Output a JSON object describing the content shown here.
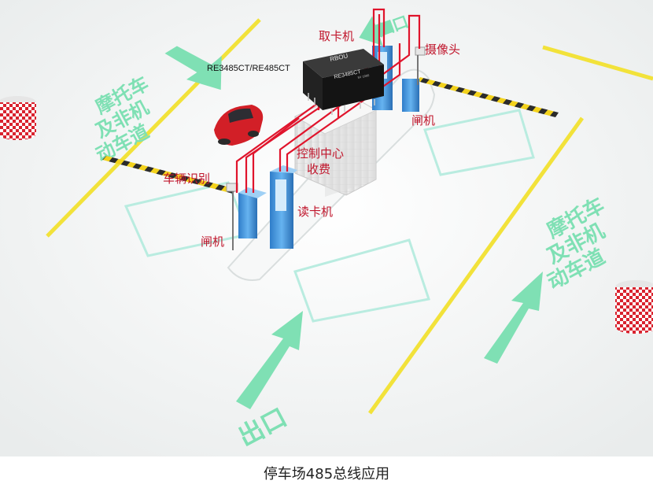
{
  "labels": {
    "card_taker": "取卡机",
    "camera": "摄像头",
    "gate_right": "闸机",
    "control_center_line1": "控制中心",
    "control_center_line2": "收费",
    "vehicle_id": "车辆识别",
    "card_reader": "读卡机",
    "gate_left": "闸机",
    "module_model": "RE3485CT/RE485CT"
  },
  "module": {
    "brand": "RBOU",
    "model": "RE3485CT",
    "small": "5V 1000"
  },
  "lanes": {
    "left_line1": "摩托车",
    "left_line2": "及非机",
    "left_line3": "动车道",
    "right_line1": "摩托车",
    "right_line2": "及非机",
    "right_line3": "动车道",
    "exit_text": "出口",
    "top_text": "入口"
  },
  "caption": "停车场485总线应用",
  "colors": {
    "wire": "#e0142c",
    "lane_text": "#7fe0b4",
    "arrow": "#7fe0b4",
    "road_line": "#f2e23a",
    "pillar": "#3f8fd8"
  }
}
